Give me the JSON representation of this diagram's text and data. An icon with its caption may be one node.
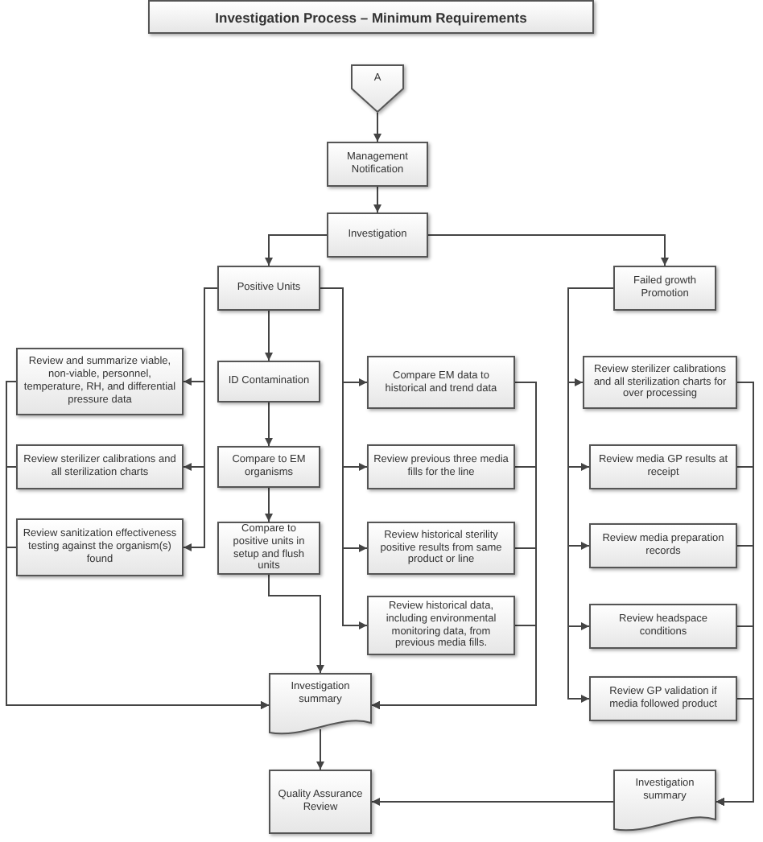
{
  "diagram": {
    "title": "Investigation Process – Minimum Requirements",
    "nodes": [
      {
        "text": [
          "A"
        ]
      },
      {
        "text": [
          "Management Notification"
        ]
      },
      {
        "text": [
          "Investigation"
        ]
      },
      {
        "text": [
          "Positive Units"
        ]
      },
      {
        "text": [
          "Failed growth Promotion"
        ]
      },
      {
        "text": [
          "Review and summarize viable, non-viable, personnel, temperature, RH, and differential pressure data"
        ]
      },
      {
        "text": [
          "ID Contamination"
        ]
      },
      {
        "text": [
          "Compare EM data to historical and trend data"
        ]
      },
      {
        "text": [
          "Review sterilizer calibrations and all sterilization charts for over processing"
        ]
      },
      {
        "text": [
          "Review sterilizer calibrations and all sterilization charts"
        ]
      },
      {
        "text": [
          "Compare to EM organisms"
        ]
      },
      {
        "text": [
          "Review previous three media fills for the line"
        ]
      },
      {
        "text": [
          "Review media GP results at receipt"
        ]
      },
      {
        "text": [
          "Review sanitization effectiveness testing against the organism(s) found"
        ]
      },
      {
        "text": [
          "Compare to positive units in setup and flush units"
        ]
      },
      {
        "text": [
          "Review historical sterility positive results from same product or line"
        ]
      },
      {
        "text": [
          "Review media preparation records"
        ]
      },
      {
        "text": [
          "Review historical data, including environmental monitoring data, from previous media fills."
        ]
      },
      {
        "text": [
          "Review headspace conditions"
        ]
      },
      {
        "text": [
          "Review GP validation if media followed product"
        ]
      },
      {
        "text": [
          "Investigation summary"
        ]
      },
      {
        "text": [
          "Quality Assurance Review"
        ]
      },
      {
        "text": [
          "Investigation summary"
        ]
      }
    ],
    "edges": [
      {
        "from": 0,
        "to": 1,
        "arrow": "to"
      },
      {
        "from": 1,
        "to": 2,
        "arrow": "to"
      },
      {
        "from": 2,
        "to": 3,
        "arrow": "to"
      },
      {
        "from": 2,
        "to": 4,
        "arrow": "to"
      },
      {
        "from": 3,
        "to": 6,
        "arrow": "to"
      },
      {
        "from": 6,
        "to": 10,
        "arrow": "to"
      },
      {
        "from": 10,
        "to": 14,
        "arrow": "to"
      },
      {
        "from": 14,
        "to": 20,
        "arrow": "to"
      },
      {
        "from": 3,
        "to": 5,
        "arrow": "to"
      },
      {
        "from": 3,
        "to": 9,
        "arrow": "to"
      },
      {
        "from": 3,
        "to": 13,
        "arrow": "to"
      },
      {
        "from": 3,
        "to": 7,
        "arrow": "to"
      },
      {
        "from": 3,
        "to": 11,
        "arrow": "to"
      },
      {
        "from": 3,
        "to": 15,
        "arrow": "to"
      },
      {
        "from": 3,
        "to": 17,
        "arrow": "to"
      },
      {
        "from": 5,
        "to": 20,
        "arrow": "to"
      },
      {
        "from": 9,
        "to": 20,
        "arrow": "to"
      },
      {
        "from": 13,
        "to": 20,
        "arrow": "to"
      },
      {
        "from": 7,
        "to": 20,
        "arrow": "to"
      },
      {
        "from": 11,
        "to": 20,
        "arrow": "to"
      },
      {
        "from": 15,
        "to": 20,
        "arrow": "to"
      },
      {
        "from": 17,
        "to": 20,
        "arrow": "to"
      },
      {
        "from": 4,
        "to": 8,
        "arrow": "to"
      },
      {
        "from": 4,
        "to": 12,
        "arrow": "to"
      },
      {
        "from": 4,
        "to": 16,
        "arrow": "to"
      },
      {
        "from": 4,
        "to": 18,
        "arrow": "to"
      },
      {
        "from": 4,
        "to": 19,
        "arrow": "to"
      },
      {
        "from": 8,
        "to": 22,
        "arrow": "to"
      },
      {
        "from": 12,
        "to": 22,
        "arrow": "to"
      },
      {
        "from": 16,
        "to": 22,
        "arrow": "to"
      },
      {
        "from": 18,
        "to": 22,
        "arrow": "to"
      },
      {
        "from": 19,
        "to": 22,
        "arrow": "to"
      },
      {
        "from": 20,
        "to": 21,
        "arrow": "to"
      },
      {
        "from": 22,
        "to": 21,
        "arrow": "to"
      }
    ]
  }
}
